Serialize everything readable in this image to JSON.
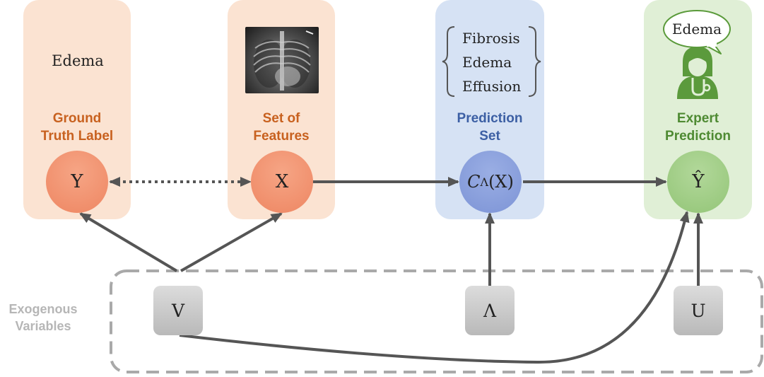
{
  "ground_truth": {
    "title": "Ground\nTruth Label",
    "example": "Edema",
    "node": "Y"
  },
  "features": {
    "title": "Set of\nFeatures",
    "node": "X"
  },
  "prediction_set": {
    "title": "Prediction\nSet",
    "items": [
      "Fibrosis",
      "Edema",
      "Effusion"
    ],
    "node_main": "C",
    "node_sub": "Λ",
    "node_arg": "(X)"
  },
  "expert": {
    "title": "Expert\nPrediction",
    "speech": "Edema",
    "node": "Ŷ"
  },
  "exogenous": {
    "label": "Exogenous\nVariables",
    "v": "V",
    "lambda": "Λ",
    "u": "U"
  },
  "colors": {
    "orange_panel": "#fbe3d2",
    "blue_panel": "#d6e2f4",
    "green_panel": "#e0efd6",
    "orange_text": "#c8611f",
    "blue_text": "#3c5fa4",
    "green_text": "#4e8a32",
    "arrow": "#555555"
  }
}
